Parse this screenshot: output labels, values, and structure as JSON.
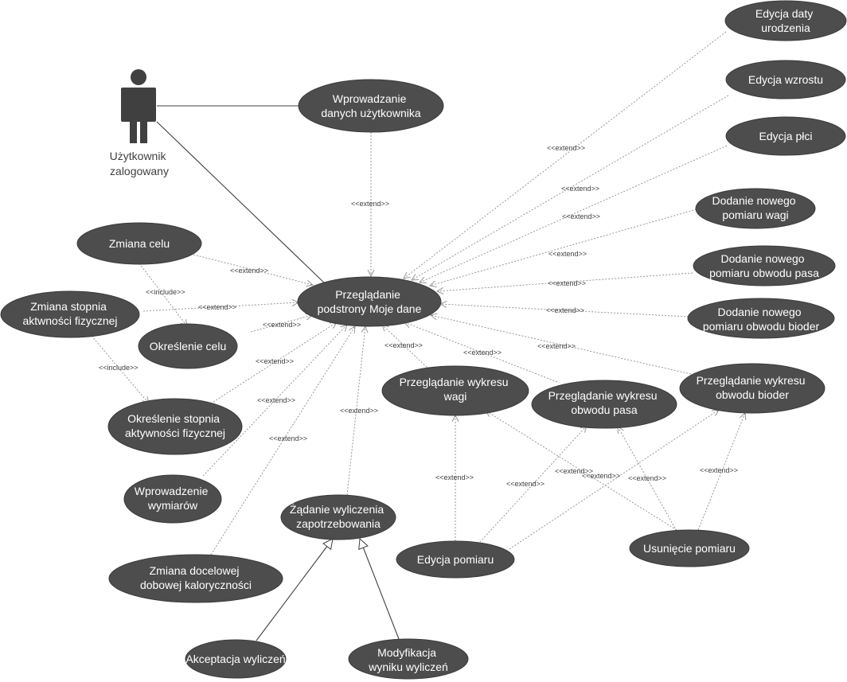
{
  "actor": {
    "label_lines": [
      "Użytkownik",
      "zalogowany"
    ]
  },
  "use_cases": {
    "main": [
      "Przeglądanie",
      "podstrony Moje dane"
    ],
    "wprowadzanie": [
      "Wprowadzanie",
      "danych użytkownika"
    ],
    "edycja_daty": [
      "Edycja daty",
      "urodzenia"
    ],
    "edycja_wzrostu": [
      "Edycja wzrostu"
    ],
    "edycja_plci": [
      "Edycja płci"
    ],
    "dodanie_wagi": [
      "Dodanie nowego",
      "pomiaru wagi"
    ],
    "dodanie_pasa": [
      "Dodanie nowego",
      "pomiaru obwodu pasa"
    ],
    "dodanie_bioder": [
      "Dodanie nowego",
      "pomiaru obwodu bioder"
    ],
    "zmiana_celu": [
      "Zmiana celu"
    ],
    "zmiana_stopnia": [
      "Zmiana stopnia",
      "aktwności fizycznej"
    ],
    "okreslenie_celu": [
      "Określenie celu"
    ],
    "okreslenie_stopnia": [
      "Określenie stopnia",
      "aktywności fizycznej"
    ],
    "wprowadzenie_wymiarow": [
      "Wprowadzenie",
      "wymiarów"
    ],
    "zmiana_docelowej": [
      "Zmiana docelowej",
      "dobowej kaloryczności"
    ],
    "zadanie": [
      "Żądanie wyliczenia",
      "zapotrzebowania"
    ],
    "akceptacja": [
      "Akceptacja wyliczeń"
    ],
    "modyfikacja": [
      "Modyfikacja",
      "wyniku wyliczeń"
    ],
    "wykres_wagi": [
      "Przeglądanie wykresu",
      "wagi"
    ],
    "wykres_pasa": [
      "Przeglądanie wykresu",
      "obwodu pasa"
    ],
    "wykres_bioder": [
      "Przeglądanie wykresu",
      "obwodu bioder"
    ],
    "edycja_pomiaru": [
      "Edycja pomiaru"
    ],
    "usuniecie_pomiaru": [
      "Usunięcie pomiaru"
    ]
  },
  "relation_labels": {
    "extend": "<<extend>>",
    "include": "<<include>>"
  },
  "colors": {
    "use_case_fill": "#4d4d4d",
    "use_case_text": "#ffffff",
    "line": "#8c8c8c",
    "actor": "#404040"
  }
}
